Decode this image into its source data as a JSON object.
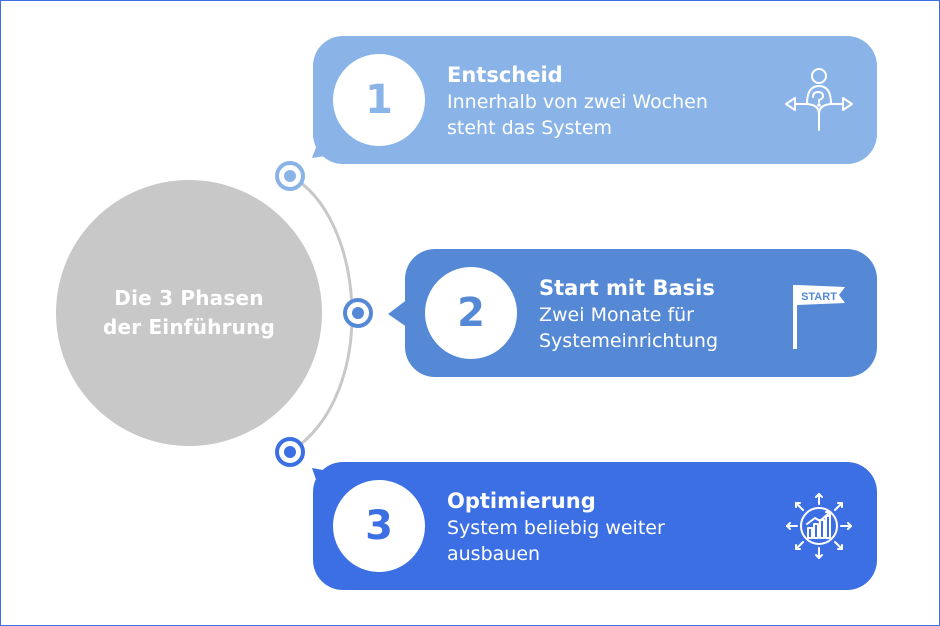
{
  "center": {
    "label": "Die 3 Phasen\nder Einführung"
  },
  "phases": [
    {
      "number": "1",
      "title": "Entscheid",
      "description": "Innerhalb von zwei Wochen\nsteht das System",
      "icon": "decision-person-arrows-icon",
      "color": "#8ab4e8"
    },
    {
      "number": "2",
      "title": "Start mit Basis",
      "description": "Zwei Monate für\nSystemeinrichtung",
      "icon": "start-flag-icon",
      "flag_text": "START",
      "color": "#5589d6"
    },
    {
      "number": "3",
      "title": "Optimierung",
      "description": "System beliebig weiter\nausbauen",
      "icon": "growth-chart-icon",
      "color": "#3c6fe3"
    }
  ],
  "colors": {
    "center_circle": "#c8c8c8",
    "connector_line": "#c8c8c8",
    "frame": "#3c6fe3"
  }
}
